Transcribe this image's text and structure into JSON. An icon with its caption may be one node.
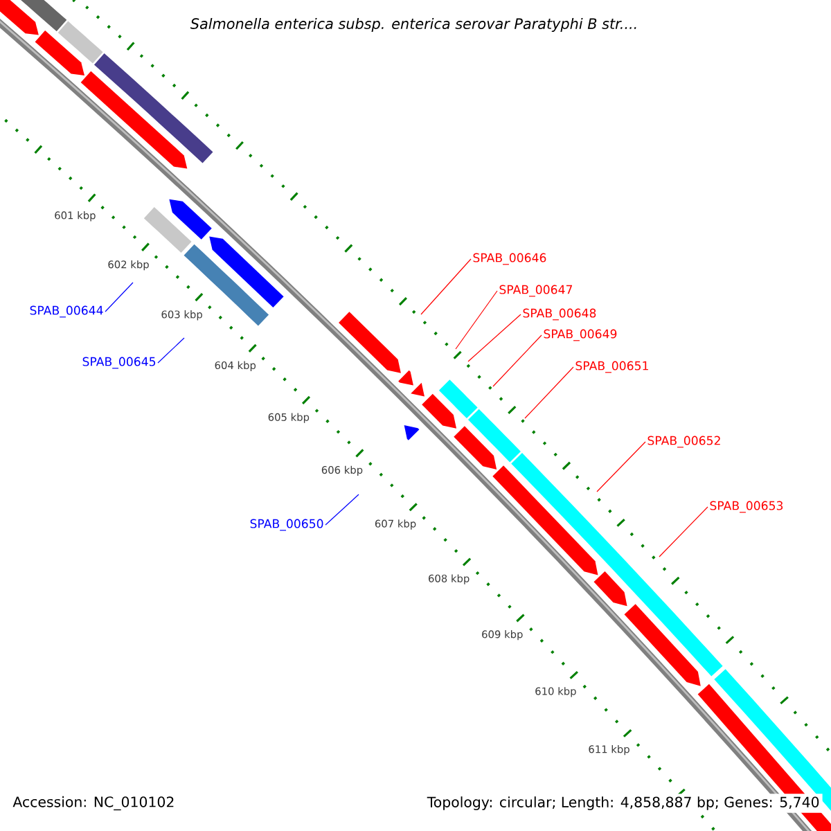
{
  "diagram": {
    "title": "Salmonella enterica subsp. enterica serovar Paratyphi B str....",
    "nodes": [
      {
        "text": [
          "SPAB_00646"
        ]
      },
      {
        "text": [
          "SPAB_00647"
        ]
      },
      {
        "text": [
          "SPAB_00644"
        ]
      },
      {
        "text": [
          "SPAB_00648"
        ]
      },
      {
        "text": [
          "SPAB_00649"
        ]
      },
      {
        "text": [
          "SPAB_00645"
        ]
      },
      {
        "text": [
          "SPAB_00651"
        ]
      },
      {
        "text": [
          "SPAB_00652"
        ]
      },
      {
        "text": [
          "SPAB_00653"
        ]
      },
      {
        "text": [
          "SPAB_00650"
        ]
      }
    ],
    "edges": [
      {
        "from": 0,
        "to": null,
        "arrow": "none"
      },
      {
        "from": 1,
        "to": null,
        "arrow": "none"
      },
      {
        "from": 2,
        "to": null,
        "arrow": "none",
        "color": "#0000ff"
      },
      {
        "from": 3,
        "to": null,
        "arrow": "none"
      },
      {
        "from": 4,
        "to": null,
        "arrow": "none"
      },
      {
        "from": 5,
        "to": null,
        "arrow": "none",
        "color": "#0000ff"
      },
      {
        "from": 6,
        "to": null,
        "arrow": "none"
      },
      {
        "from": 7,
        "to": null,
        "arrow": "none"
      },
      {
        "from": 8,
        "to": null,
        "arrow": "none"
      },
      {
        "from": 9,
        "to": null,
        "arrow": "none",
        "color": "#0000ff"
      }
    ],
    "labels": [
      "601 kbp",
      "602 kbp",
      "603 kbp",
      "604 kbp",
      "605 kbp",
      "606 kbp",
      "607 kbp",
      "608 kbp",
      "609 kbp",
      "610 kbp",
      "611 kbp",
      "Accession: NC_010102",
      "Topology: circular; Length: 4,858,887 bp; Genes: 5,740"
    ]
  }
}
